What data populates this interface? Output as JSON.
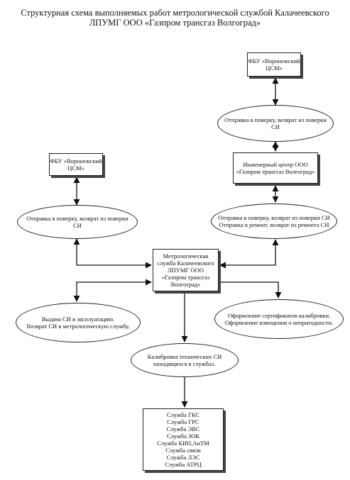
{
  "title": {
    "line1": "Структурная схема выполняемых работ метрологической службой Калачеевского",
    "line2": "ЛПУМГ ООО «Газпром трансгаз Волгоград»"
  },
  "nodes": {
    "fbu_right": {
      "line1": "ФБУ «Воронежский",
      "line2": "ЦСМ»"
    },
    "send_verify_right": {
      "text": "Отправка в поверку, возврат из поверки СИ"
    },
    "engineering_center": {
      "line1": "Инженерный центр ООО",
      "line2": "«Газпром трансгаз Волгоград»"
    },
    "send_verify_repair": {
      "line1": "Отправка в поверку, возврат из поверки СИ",
      "line2": "Отправка в ремонт, возврат из ремонта СИ"
    },
    "fbu_left": {
      "line1": "ФБУ «Воронежский",
      "line2": "ЦСМ»"
    },
    "send_verify_left": {
      "text": "Отправка в поверку, возврат из поверки СИ"
    },
    "metrology_service": {
      "line1": "Метрологическая",
      "line2": "служба Калачеевского",
      "line3": "ЛПУМГ ООО",
      "line4": "«Газпром трансгаз",
      "line5": "Волгоград»"
    },
    "issue_si": {
      "line1": "Выдача СИ в эксплуатацию.",
      "line2": "Возврат СИ в метрологическую службу."
    },
    "certificates": {
      "line1": "Оформление сертификатов калибровки.",
      "line2": "Оформление извещения о непригодности."
    },
    "calibration": {
      "line1": "Калибровка технических СИ",
      "line2": "находящихся в службах."
    },
    "services": [
      "Служба ГКС",
      "Служба ГРС",
      "Служба ЭВС",
      "Служба ЗОК",
      "Служба КИП,АиТМ",
      "Служба связи",
      "Служба ЛЭС",
      "Служба АТРЦ"
    ]
  }
}
